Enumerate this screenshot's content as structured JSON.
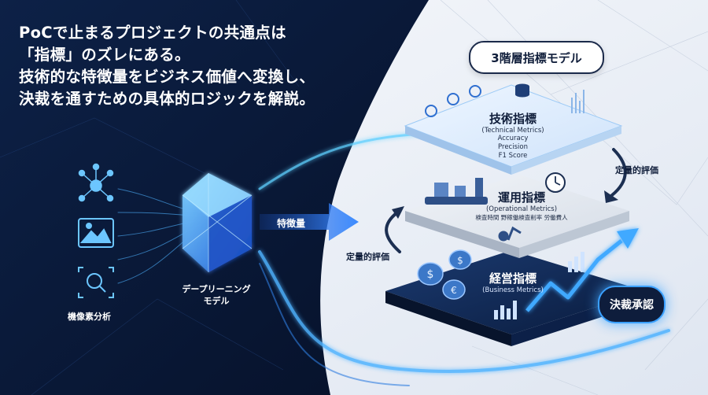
{
  "headline": {
    "line1": "PoCで止まるプロジェクトの共通点は",
    "line2": "「指標」のズレにある。",
    "line3": "技術的な特徴量をビジネス価値へ変換し、",
    "line4": "決裁を通すための具体的ロジックを解説。"
  },
  "left": {
    "feature_analysis_label": "機像素分析",
    "model_label_line1": "デープリーニング",
    "model_label_line2": "モデル",
    "feature_arrow_label": "特徴量"
  },
  "model_title": "3階層指標モデル",
  "layers": {
    "technical": {
      "title": "技術指標",
      "subtitle": "(Technical Metrics)",
      "metrics": [
        "Accuracy",
        "Precision",
        "F1 Score"
      ]
    },
    "operational": {
      "title": "運用指標",
      "subtitle": "(Operational Metrics)",
      "metrics_text": "検査時間  野稼働検査削率  労働費人"
    },
    "business": {
      "title": "経営指標",
      "subtitle": "(Business Metrics)"
    }
  },
  "arrows": {
    "quantitative_eval_right": "定量的評価",
    "quantitative_eval_left": "定量的評価"
  },
  "approval_badge": "決裁承認",
  "colors": {
    "navy": "#0b1a36",
    "accent_blue": "#2f8cff",
    "glow_cyan": "#5fd0ff",
    "light_bg": "#f2f5fa"
  },
  "icons": [
    "network-icon",
    "image-icon",
    "magnifier-icon",
    "cube-model-icon",
    "coin-icon",
    "bar-chart-icon",
    "clock-icon",
    "robot-arm-icon",
    "database-icon"
  ]
}
